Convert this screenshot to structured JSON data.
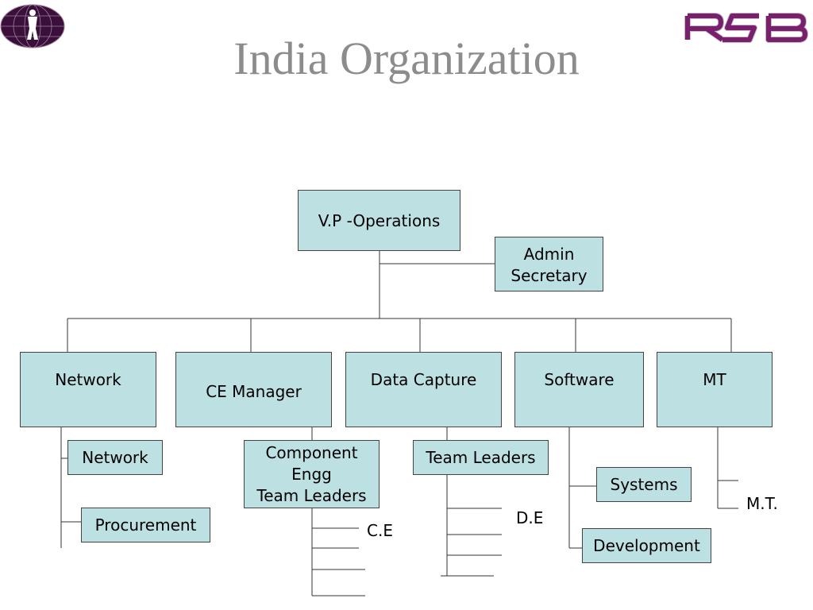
{
  "title": "India Organization",
  "logos": {
    "left": "globe-figure-logo",
    "right": "RSB"
  },
  "boxes": {
    "vp": "V.P -Operations",
    "admin": [
      "Admin",
      "Secretary"
    ],
    "network": "Network",
    "ce_manager": "CE Manager",
    "data_capture": "Data Capture",
    "software": "Software",
    "mt": "MT",
    "network_sub": "Network",
    "procurement": "Procurement",
    "component": [
      "Component",
      "Engg",
      "Team Leaders"
    ],
    "team_leaders": "Team Leaders",
    "systems": "Systems",
    "development": "Development"
  },
  "labels": {
    "ce": "C.E",
    "de": "D.E",
    "mt": "M.T."
  },
  "colors": {
    "box_fill": "#bde0e3",
    "title": "#8c8c8c",
    "logo_purple": "#7a1f6e"
  }
}
